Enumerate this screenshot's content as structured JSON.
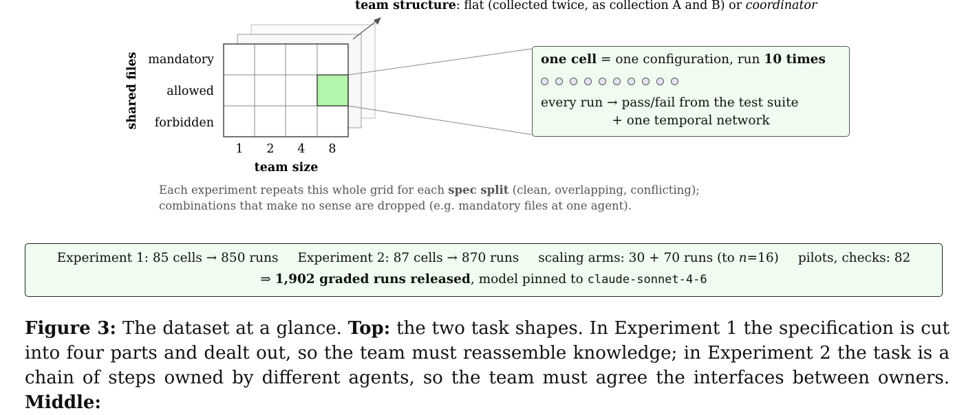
{
  "diagram": {
    "structure_label_bold": "team structure",
    "structure_label_rest": ": flat (collected twice, as collection A and B) or ",
    "structure_label_italic": "coordinator",
    "y_axis_label": "shared files",
    "rows": [
      "mandatory",
      "allowed",
      "forbidden"
    ],
    "columns": [
      "1",
      "2",
      "4",
      "8"
    ],
    "x_axis_label": "team size",
    "highlight_color": "#b3f5ab"
  },
  "cell_box": {
    "title_bold": "one cell",
    "title_mid": " = one configuration, run ",
    "title_bold2": "10 times",
    "run_count": 10,
    "line1": "every run → pass/fail from the test suite",
    "line2": "+ one temporal network"
  },
  "note": {
    "line1_pre": "Each experiment repeats this whole grid for each ",
    "line1_bold": "spec split",
    "line1_post": " (clean, overlapping, conflicting);",
    "line2": "combinations that make no sense are dropped (e.g. mandatory files at one agent)."
  },
  "summary": {
    "items": [
      "Experiment 1: 85 cells → 850 runs",
      "Experiment 2: 87 cells → 870 runs",
      "scaling arms: 30 + 70 runs (to ",
      "pilots, checks: 82"
    ],
    "scaling_n": "n",
    "scaling_end": "=16)",
    "released_arrow": "⇒ ",
    "released_bold": "1,902 graded runs released",
    "released_rest": ", model pinned to ",
    "model": "claude-sonnet-4-6"
  },
  "caption": {
    "label": "Figure 3:",
    "text1": " The dataset at a glance. ",
    "top_bold": "Top:",
    "text2": " the two task shapes. In Experiment 1 the specification is cut into four parts and dealt out, so the team must reassemble knowledge; in Experiment 2 the task is a chain of steps owned by different agents, so the team must agree the interfaces between owners. ",
    "middle_bold": "Middle:"
  }
}
